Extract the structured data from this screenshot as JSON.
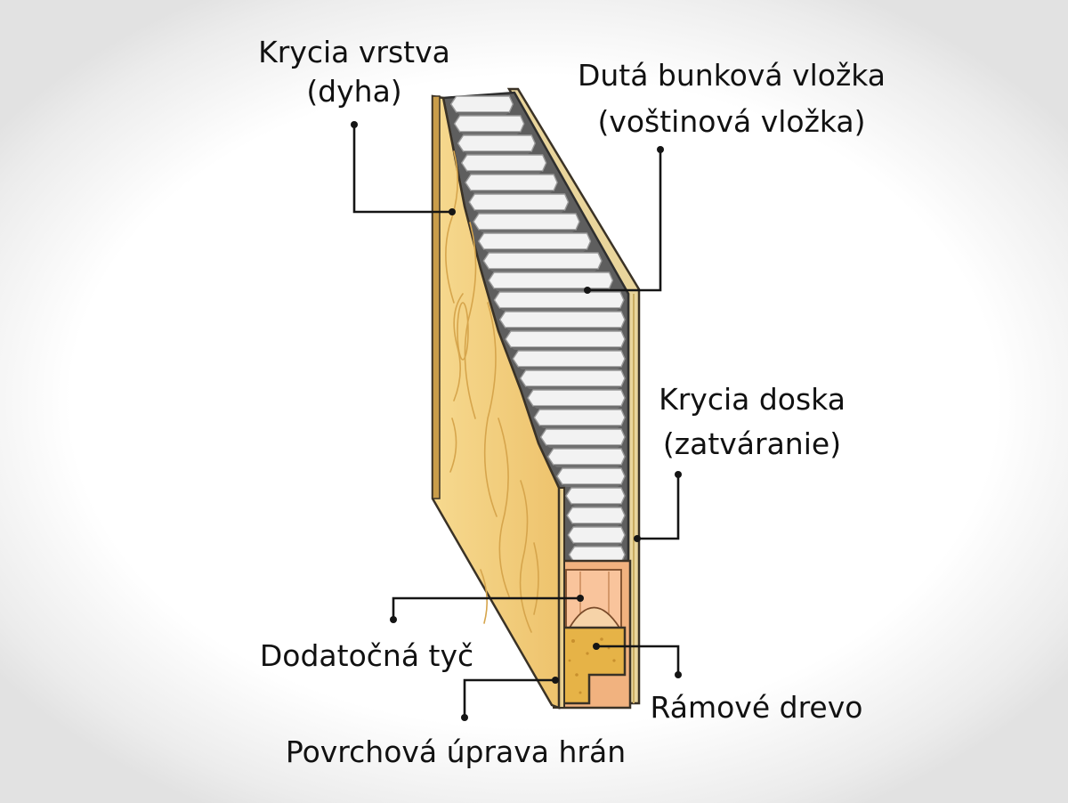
{
  "diagram": {
    "title": "",
    "labels": {
      "veneer": {
        "line1": "Krycia vrstva",
        "line2": "(dyha)"
      },
      "core": {
        "line1": "Dutá bunková vložka",
        "line2": "(voštinová vložka)"
      },
      "board": {
        "line1": "Krycia doska",
        "line2": "(zatváranie)"
      },
      "rod": {
        "line1": "Dodatočná tyč"
      },
      "frame": {
        "line1": "Rámové drevo"
      },
      "edge": {
        "line1": "Povrchová úprava hrán"
      }
    },
    "colors": {
      "veneer": "#f3cf7f",
      "veneer_grain": "#d9a94f",
      "core": "#f2f2f2",
      "core_shadow": "#6f6f6f",
      "frame_wood": "#e8b44a",
      "rod": "#f7b98c",
      "board": "#e6cd8c",
      "outline": "#3a3226"
    }
  }
}
